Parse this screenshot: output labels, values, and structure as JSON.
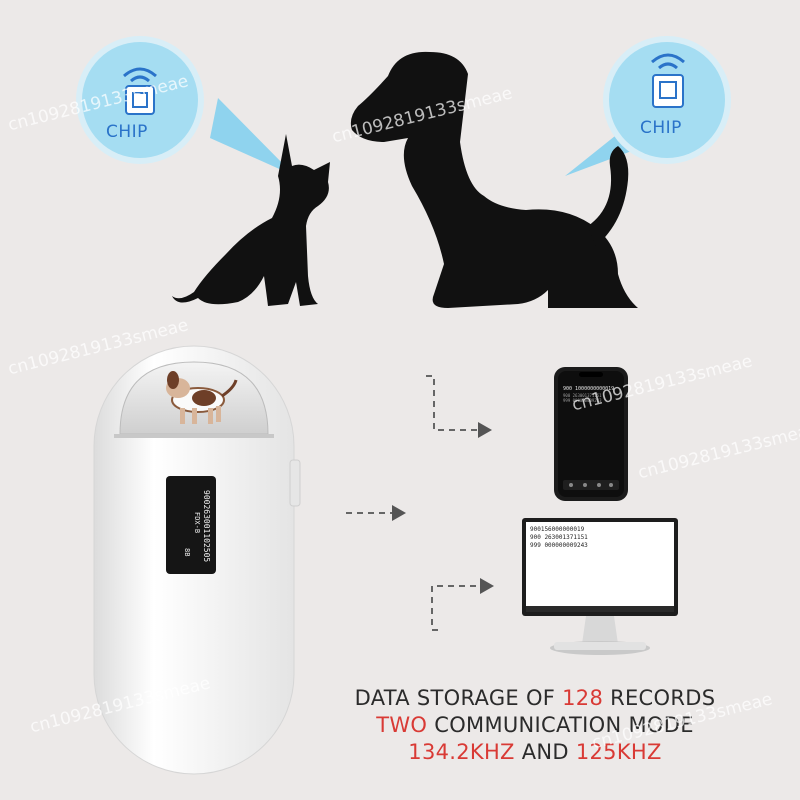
{
  "bubbles": {
    "left_label": "CHIP",
    "right_label": "CHIP"
  },
  "reader": {
    "screen_line1": "900263001102505",
    "screen_line2": "FDX-B",
    "screen_line3": "8B"
  },
  "phone": {
    "line1": "900 1000000000019",
    "line2": "900 263001371151",
    "line3": "999 000000009243"
  },
  "monitor": {
    "line1": "900156000000019",
    "line2": "900 263001371151",
    "line3": "999 000000009243"
  },
  "caption": {
    "line1_a": "DATA STORAGE OF ",
    "line1_b": "128",
    "line1_c": " RECORDS",
    "line2_a": "TWO",
    "line2_b": " COMMUNICATION MODE",
    "line3_a": "134.2KHZ",
    "line3_b": " AND ",
    "line3_c": "125KHZ"
  },
  "watermark": "cn1092819133smeae",
  "colors": {
    "background": "#ece9e8",
    "accent_red": "#d93a35",
    "chip_blue": "#2a73c9",
    "bubble_fill": "#a5ddf2"
  }
}
